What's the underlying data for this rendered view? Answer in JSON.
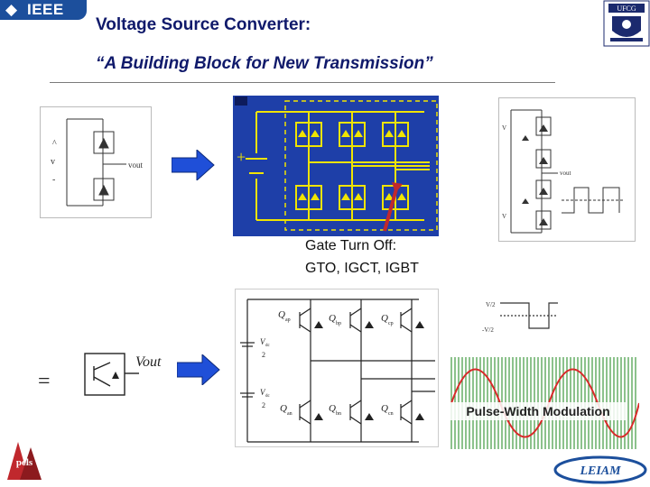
{
  "header": {
    "ieee_logo_text": "IEEE",
    "title": "Voltage Source Converter:",
    "subtitle": "“A Building Block for New Transmission”",
    "ufcg_logo_text": "UFCG"
  },
  "diagram": {
    "gate_turn_off_line1": "Gate Turn Off:",
    "gate_turn_off_line2": "GTO, IGCT, IGBT",
    "pwm_label": "Pulse-Width Modulation",
    "symbol_vout": "Vout",
    "symbol_v": "v",
    "symbol_vout_small": "vout",
    "switch_labels_top": [
      "Q",
      "Q",
      "Q"
    ],
    "switch_labels_top_sub": [
      "ap",
      "bp",
      "cp"
    ],
    "switch_labels_bottom": [
      "Q",
      "Q",
      "Q"
    ],
    "switch_labels_bottom_sub": [
      "an",
      "bn",
      "cn"
    ],
    "vdc_label": "V",
    "vdc_sub": "dc",
    "vdc_den": "2",
    "equals_sign": "=",
    "plus_sign": "+",
    "half_v_top": "V/2",
    "half_v_bottom": "-V/2"
  },
  "footer": {
    "pels_logo_text": "pels",
    "leiam_logo_text": "LEIAM"
  },
  "colors": {
    "title_navy": "#101a6b",
    "ieee_blue": "#1c4f9c",
    "bridge_blue": "#1e3fa8",
    "bridge_yellow": "#f0e400",
    "arrow_blue": "#1f4fd8",
    "pointer_red": "#c0282d",
    "pwm_red": "#d82a2a",
    "pwm_green": "#3f9a3f"
  }
}
